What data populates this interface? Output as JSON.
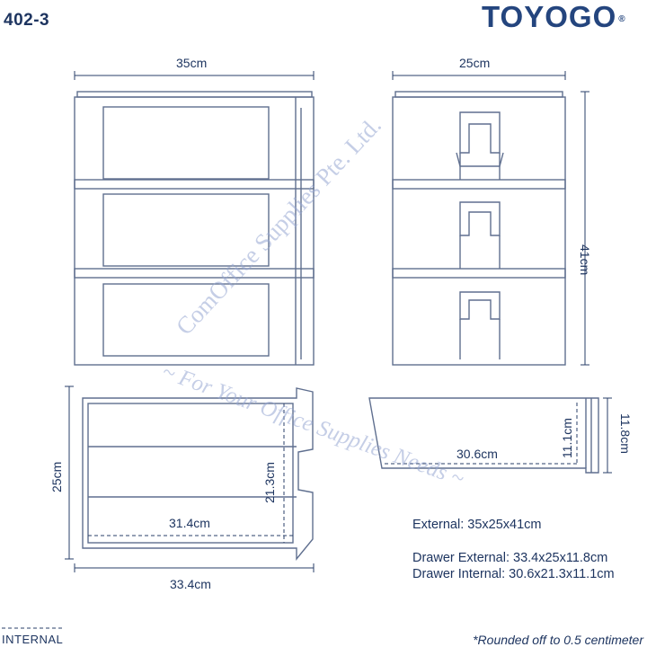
{
  "header": {
    "model_code": "402-3",
    "brand": "TOYOGO",
    "brand_mark": "®"
  },
  "dimensions": {
    "front_width": "35cm",
    "side_depth": "25cm",
    "height": "41cm",
    "drawer_width_label": "33.4cm",
    "drawer_depth_label": "25cm",
    "drawer_inner_width": "31.4cm",
    "drawer_inner_depth": "21.3cm",
    "drawer_side_inner_length": "30.6cm",
    "drawer_side_inner_height": "11.1cm",
    "drawer_side_outer_height": "11.8cm"
  },
  "specs": {
    "external": "External: 35x25x41cm",
    "drawer_external": "Drawer External: 33.4x25x11.8cm",
    "drawer_internal": "Drawer Internal: 30.6x21.3x11.1cm"
  },
  "footer": {
    "internal_label": "INTERNAL",
    "note": "*Rounded off to 0.5 centimeter"
  },
  "watermark": {
    "line1": "ComOffice Supplies Pte. Ltd.",
    "line2": "~ For Your Office Supplies Needs ~"
  },
  "colors": {
    "line": "#2a3f6a",
    "accent": "#24457e",
    "watermark": "#a0aed6"
  }
}
